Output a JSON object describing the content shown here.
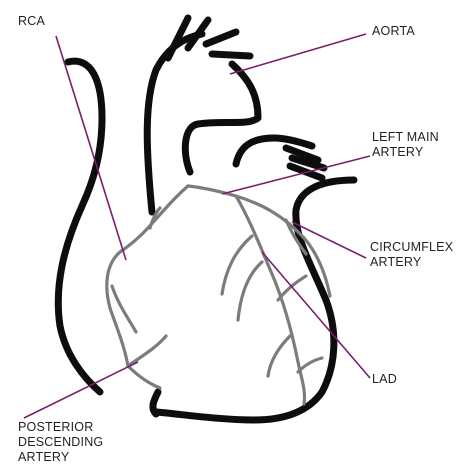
{
  "labels": {
    "rca": "RCA",
    "aorta": "AORTA",
    "left_main": [
      "LEFT MAIN",
      "ARTERY"
    ],
    "circumflex": [
      "CIRCUMFLEX",
      "ARTERY"
    ],
    "lad": "LAD",
    "posterior": [
      "POSTERIOR",
      "DESCENDING",
      "ARTERY"
    ]
  },
  "colors": {
    "outline": "#0d0d0d",
    "vessels": "#7c7c7c",
    "leaders": "#7a1f6e",
    "text": "#231f20"
  }
}
